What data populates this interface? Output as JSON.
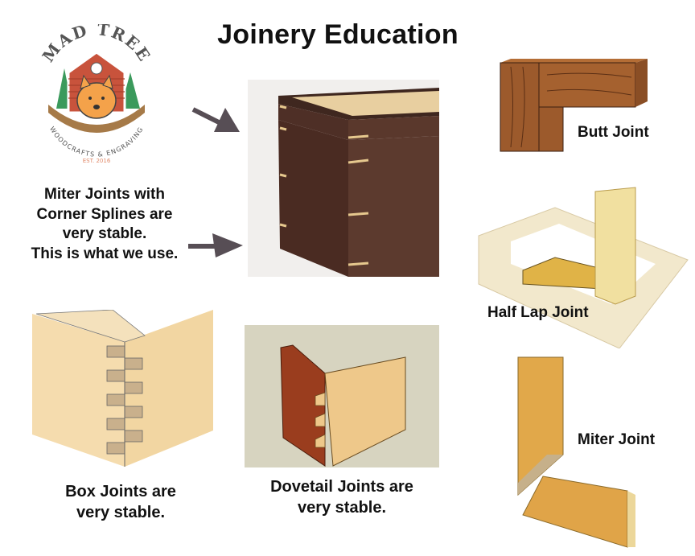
{
  "title": "Joinery Education",
  "logo": {
    "brand": "MAD TREE",
    "tagline": "WOODCRAFTS & ENGRAVING",
    "established": "EST. 2016"
  },
  "sections": {
    "miter_spline": {
      "lines": [
        "Miter Joints with",
        "Corner Splines are",
        "very stable.",
        "This is what we use."
      ],
      "image": "walnut-box-with-corner-splines"
    },
    "butt": {
      "label": "Butt Joint",
      "image": "butt-joint-illustration"
    },
    "half_lap": {
      "label": "Half Lap Joint",
      "image": "half-lap-joint-illustration"
    },
    "miter": {
      "label": "Miter Joint",
      "image": "miter-joint-illustration"
    },
    "box": {
      "lines": [
        "Box Joints are",
        "very stable."
      ],
      "image": "box-joint-illustration"
    },
    "dovetail": {
      "lines": [
        "Dovetail Joints are",
        "very stable."
      ],
      "image": "dovetail-joint-illustration"
    }
  },
  "colors": {
    "arrow": "#574e55",
    "walnut": "#4e2f26",
    "maple": "#e8cfa0",
    "butt_wood": "#9c5a2c",
    "dovetail_bg": "#d7d4c0"
  }
}
